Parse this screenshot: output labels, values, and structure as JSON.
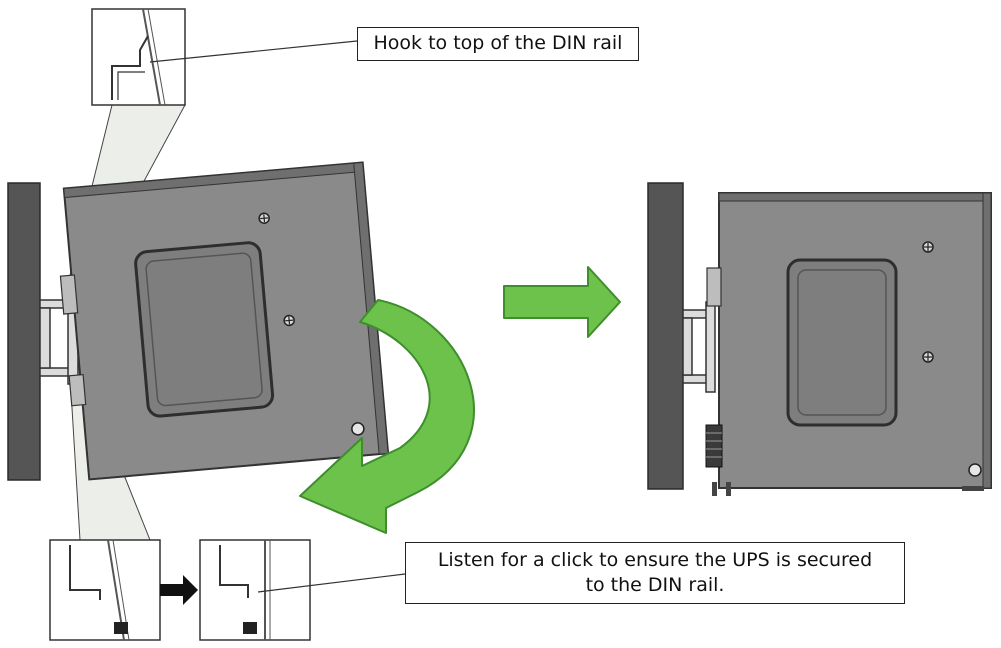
{
  "callouts": {
    "top": "Hook to top of the DIN rail",
    "bottom_line1": "Listen for a click to ensure the UPS is secured",
    "bottom_line2": "to the DIN rail."
  },
  "colors": {
    "panel": "#898989",
    "panel_edge": "#3a3a3a",
    "wall": "#555555",
    "green_arrow": "#6cc24a",
    "green_edge": "#3e8e2e",
    "zoom_fill": "#e9ede6"
  }
}
